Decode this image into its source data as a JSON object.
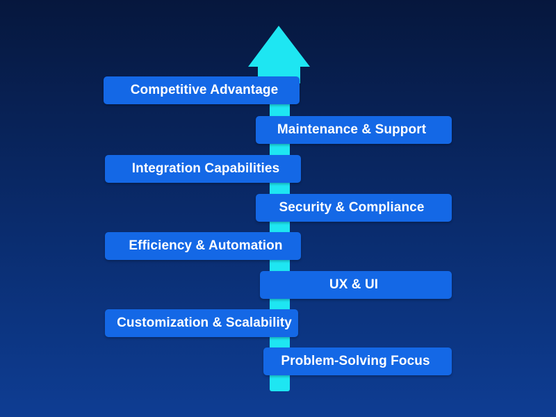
{
  "colors": {
    "arrow": "#1ee6f2",
    "sign": "#1468e6",
    "text": "#ffffff",
    "background_top": "#06173d",
    "background_bottom": "#0e3d93"
  },
  "steps": [
    {
      "label": "Competitive Advantage",
      "side": "left"
    },
    {
      "label": "Maintenance & Support",
      "side": "right"
    },
    {
      "label": "Integration Capabilities",
      "side": "left"
    },
    {
      "label": "Security & Compliance",
      "side": "right"
    },
    {
      "label": "Efficiency & Automation",
      "side": "left"
    },
    {
      "label": "UX & UI",
      "side": "right"
    },
    {
      "label": "Customization & Scalability",
      "side": "left"
    },
    {
      "label": "Problem-Solving Focus",
      "side": "right"
    }
  ]
}
